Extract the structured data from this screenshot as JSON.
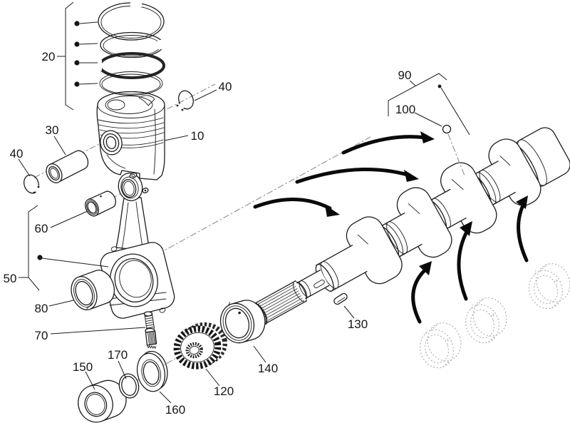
{
  "diagram": {
    "colors": {
      "background": "#ffffff",
      "line": "#1c1c1c",
      "ghost_outline": "#ababab",
      "centerline": "#8f8f8f",
      "arrow": "#0a0a0a"
    },
    "callouts": {
      "piston_ring_set": "20",
      "piston": "10",
      "circlip_upper": "40",
      "piston_pin": "30",
      "circlip_lower": "40",
      "small_end_bushing": "60",
      "connecting_rod_assembly": "50",
      "rod_bolt": "70",
      "rod_bearing_shell": "80",
      "crankshaft_assembly": "90",
      "ball_plug": "100",
      "crank_gear": "120",
      "key": "130",
      "main_bearing_shell": "140",
      "collar": "150",
      "washer": "160",
      "o_ring": "170"
    }
  }
}
